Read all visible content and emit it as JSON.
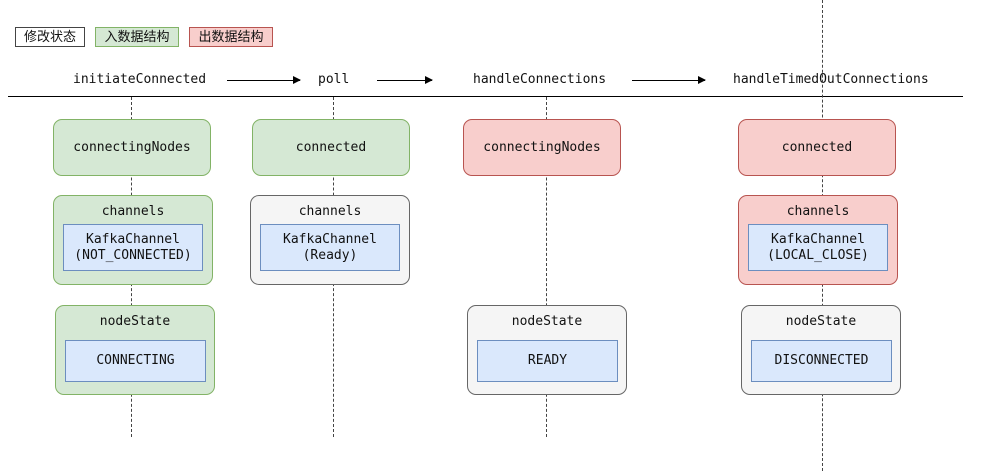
{
  "legend": {
    "modify_state": "修改状态",
    "in_data": "入数据结构",
    "out_data": "出数据结构"
  },
  "phases": [
    "initiateConnected",
    "poll",
    "handleConnections",
    "handleTimedOutConnections"
  ],
  "columns": {
    "initiate": {
      "set": "connectingNodes",
      "channels_title": "channels",
      "channel_name": "KafkaChannel",
      "channel_state": "(NOT_CONNECTED)",
      "nodestate_title": "nodeState",
      "nodestate_value": "CONNECTING"
    },
    "poll": {
      "set": "connected",
      "channels_title": "channels",
      "channel_name": "KafkaChannel",
      "channel_state": "(Ready)"
    },
    "handle": {
      "set": "connectingNodes",
      "nodestate_title": "nodeState",
      "nodestate_value": "READY"
    },
    "timeout": {
      "set": "connected",
      "channels_title": "channels",
      "channel_name": "KafkaChannel",
      "channel_state": "(LOCAL_CLOSE)",
      "nodestate_title": "nodeState",
      "nodestate_value": "DISCONNECTED"
    }
  },
  "colors": {
    "in_fill": "#d5e8d4",
    "in_border": "#82b366",
    "out_fill": "#f8cecc",
    "out_border": "#b85450",
    "modify_fill": "#f5f5f5",
    "inner_fill": "#dae8fc",
    "inner_border": "#6c8ebf"
  }
}
